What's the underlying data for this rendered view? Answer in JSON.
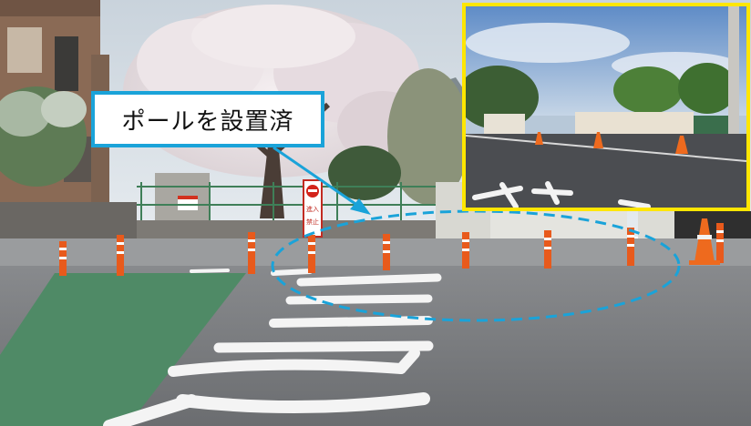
{
  "callout": {
    "label": "ポールを設置済",
    "border_color": "#1aa3d9",
    "arrow_color": "#1aa3d9"
  },
  "highlight": {
    "ellipse_style": "dashed",
    "ellipse_color": "#1aa3d9"
  },
  "inset": {
    "frame_color": "#ffe600"
  },
  "scene": {
    "bollard_color": "#e85a1c",
    "sign_label_top": "進入",
    "sign_label_bottom": "禁止"
  }
}
